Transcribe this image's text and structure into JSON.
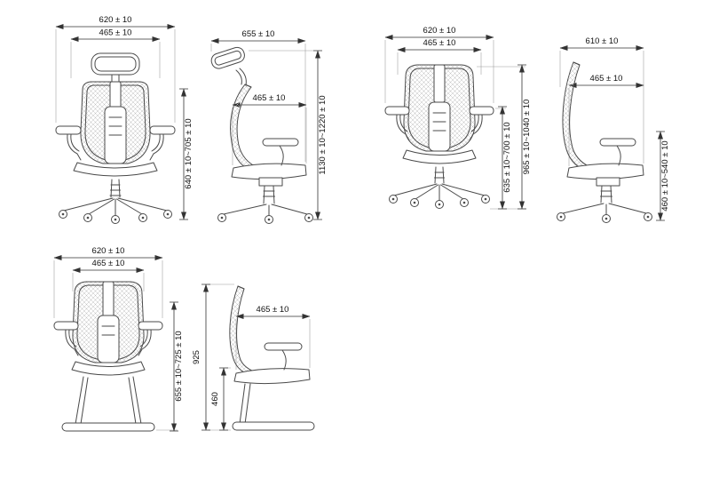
{
  "drawing": {
    "background": "#ffffff",
    "line_color": "#4a4a4a",
    "dim_color": "#1a1a1a",
    "chair1": {
      "view": "office-chair-with-headrest-front-view",
      "width_outer": "620 ± 10",
      "width_inner": "465 ± 10",
      "height_range": "640 ± 10~705 ± 10"
    },
    "chair2": {
      "view": "office-chair-with-headrest-side-view",
      "depth_overall": "655 ± 10",
      "seat_depth": "465 ± 10",
      "height_range": "1130 ± 10~1220 ± 10"
    },
    "chair3": {
      "view": "office-chair-front-view",
      "width_outer": "620 ± 10",
      "width_inner": "465 ± 10",
      "height_inner": "635 ± 10~700 ± 10",
      "height_total": "965 ± 10~1040 ± 10"
    },
    "chair4": {
      "view": "office-chair-side-view",
      "depth_overall": "610 ± 10",
      "seat_depth": "465 ± 10",
      "seat_height": "460 ± 10~540 ± 10"
    },
    "chair5": {
      "view": "visitor-chair-front-view",
      "width_outer": "620 ± 10",
      "width_inner": "465 ± 10",
      "height_range": "655 ± 10~725 ± 10"
    },
    "chair6": {
      "view": "visitor-chair-side-view",
      "seat_depth": "465 ± 10",
      "height_total": "925",
      "seat_height": "460"
    }
  }
}
